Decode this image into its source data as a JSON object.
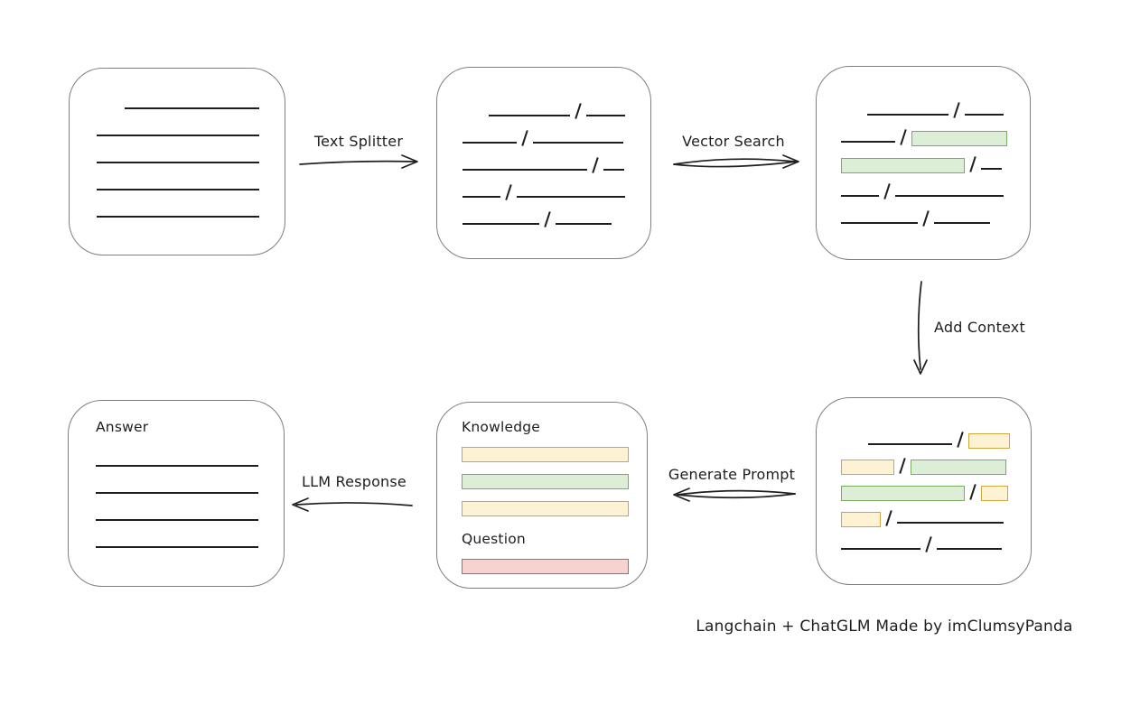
{
  "palette": {
    "ink": "#1e1e1e",
    "box_border": "#7f7f7f",
    "green_fill": "#ddeed6",
    "green_border": "#7cac5e",
    "yellow_fill": "#fdf3d4",
    "yellow_border": "#d0a73e",
    "red_fill": "#f6d3d1",
    "red_border": "#c05f5b"
  },
  "arrow_labels": {
    "text_splitter": "Text Splitter",
    "vector_search": "Vector Search",
    "add_context": "Add Context",
    "generate_prompt": "Generate Prompt",
    "llm_response": "LLM Response"
  },
  "boxes": {
    "source_document": {
      "rows": [
        [
          {
            "t": "sp",
            "w": 31
          },
          {
            "t": "ln",
            "w": 149
          }
        ],
        [
          {
            "t": "ln",
            "w": 180
          }
        ],
        [
          {
            "t": "ln",
            "w": 180
          }
        ],
        [
          {
            "t": "ln",
            "w": 180
          }
        ],
        [
          {
            "t": "ln",
            "w": 180
          }
        ]
      ]
    },
    "split_chunks": {
      "rows": [
        [
          {
            "t": "sp",
            "w": 29
          },
          {
            "t": "ln",
            "w": 90
          },
          {
            "t": "sl"
          },
          {
            "t": "ln",
            "w": 43
          }
        ],
        [
          {
            "t": "ln",
            "w": 60
          },
          {
            "t": "sl"
          },
          {
            "t": "ln",
            "w": 100
          }
        ],
        [
          {
            "t": "ln",
            "w": 138
          },
          {
            "t": "sl"
          },
          {
            "t": "ln",
            "w": 23
          }
        ],
        [
          {
            "t": "ln",
            "w": 42
          },
          {
            "t": "sl"
          },
          {
            "t": "ln",
            "w": 120
          }
        ],
        [
          {
            "t": "ln",
            "w": 85
          },
          {
            "t": "sl"
          },
          {
            "t": "ln",
            "w": 62
          }
        ]
      ]
    },
    "matched_chunks": {
      "rows": [
        [
          {
            "t": "sp",
            "w": 29
          },
          {
            "t": "ln",
            "w": 90
          },
          {
            "t": "sl"
          },
          {
            "t": "ln",
            "w": 43
          }
        ],
        [
          {
            "t": "ln",
            "w": 60
          },
          {
            "t": "sl"
          },
          {
            "t": "gr",
            "w": 104
          }
        ],
        [
          {
            "t": "gr",
            "w": 135
          },
          {
            "t": "sl"
          },
          {
            "t": "ln",
            "w": 23
          }
        ],
        [
          {
            "t": "ln",
            "w": 42
          },
          {
            "t": "sl"
          },
          {
            "t": "ln",
            "w": 120
          }
        ],
        [
          {
            "t": "ln",
            "w": 85
          },
          {
            "t": "sl"
          },
          {
            "t": "ln",
            "w": 62
          }
        ]
      ]
    },
    "context_chunks": {
      "rows": [
        [
          {
            "t": "sp",
            "w": 30
          },
          {
            "t": "ln",
            "w": 93
          },
          {
            "t": "sl"
          },
          {
            "t": "yl",
            "w": 44
          }
        ],
        [
          {
            "t": "yl",
            "w": 57
          },
          {
            "t": "sl"
          },
          {
            "t": "gr",
            "w": 104
          }
        ],
        [
          {
            "t": "gr",
            "w": 135
          },
          {
            "t": "sl"
          },
          {
            "t": "yl",
            "w": 28
          }
        ],
        [
          {
            "t": "yl",
            "w": 42
          },
          {
            "t": "sl"
          },
          {
            "t": "ln",
            "w": 118
          }
        ],
        [
          {
            "t": "ln",
            "w": 88
          },
          {
            "t": "sl"
          },
          {
            "t": "ln",
            "w": 72
          }
        ]
      ]
    },
    "prompt": {
      "knowledge_label": "Knowledge",
      "question_label": "Question",
      "knowledge_bars": [
        "yellow",
        "green",
        "yellow"
      ],
      "question_bars": [
        "red"
      ]
    },
    "answer": {
      "label": "Answer",
      "line_count": 4
    }
  },
  "caption": "Langchain + ChatGLM Made by imClumsyPanda"
}
